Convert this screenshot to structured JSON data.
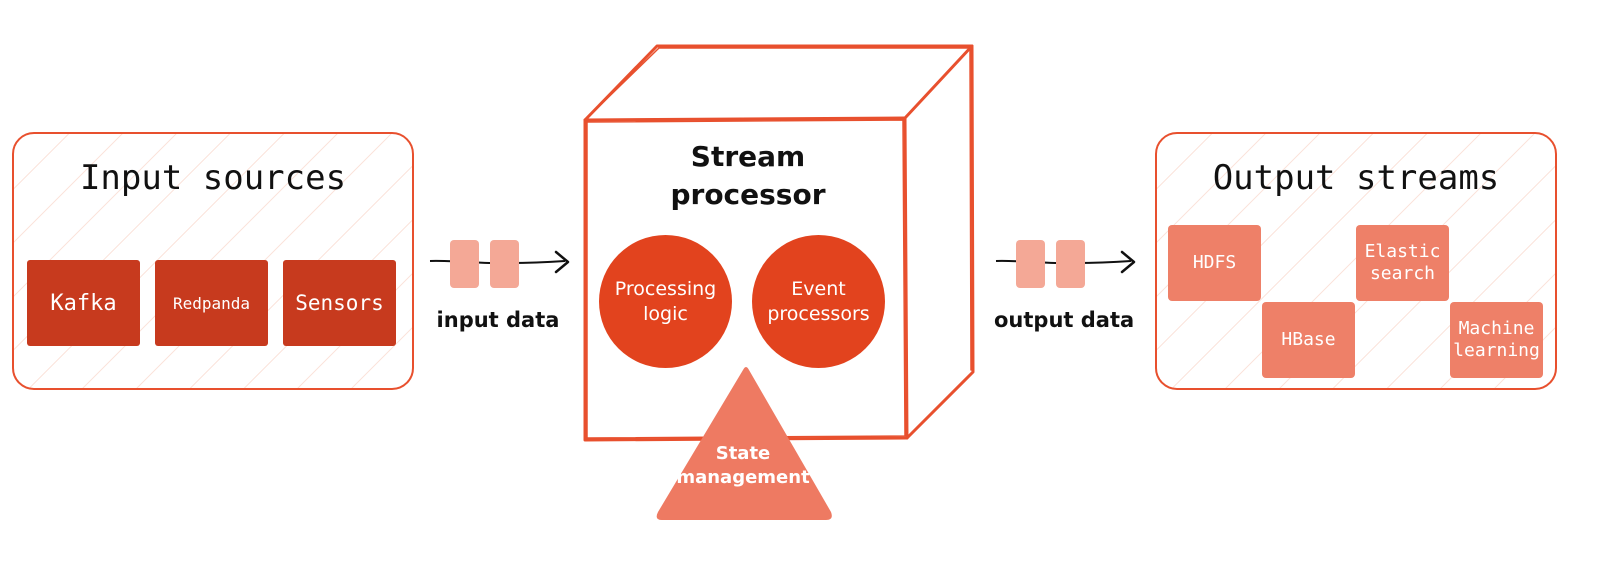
{
  "input_panel": {
    "title": "Input sources",
    "sources": [
      "Kafka",
      "Redpanda",
      "Sensors"
    ]
  },
  "input_flow": {
    "label": "input data"
  },
  "processor": {
    "title_line1": "Stream",
    "title_line2": "processor",
    "components": [
      {
        "line1": "Processing",
        "line2": "logic"
      },
      {
        "line1": "Event",
        "line2": "processors"
      }
    ],
    "state": {
      "line1": "State",
      "line2": "management"
    }
  },
  "output_flow": {
    "label": "output data"
  },
  "output_panel": {
    "title": "Output streams",
    "targets": [
      {
        "line1": "HDFS",
        "line2": ""
      },
      {
        "line1": "HBase",
        "line2": ""
      },
      {
        "line1": "Elastic",
        "line2": "search"
      },
      {
        "line1": "Machine",
        "line2": "learning"
      }
    ]
  },
  "colors": {
    "accent": "#e8502e",
    "source_box": "#c73a1e",
    "output_box": "#ee8068",
    "circle": "#e2431e",
    "packet": "#f4a896"
  }
}
